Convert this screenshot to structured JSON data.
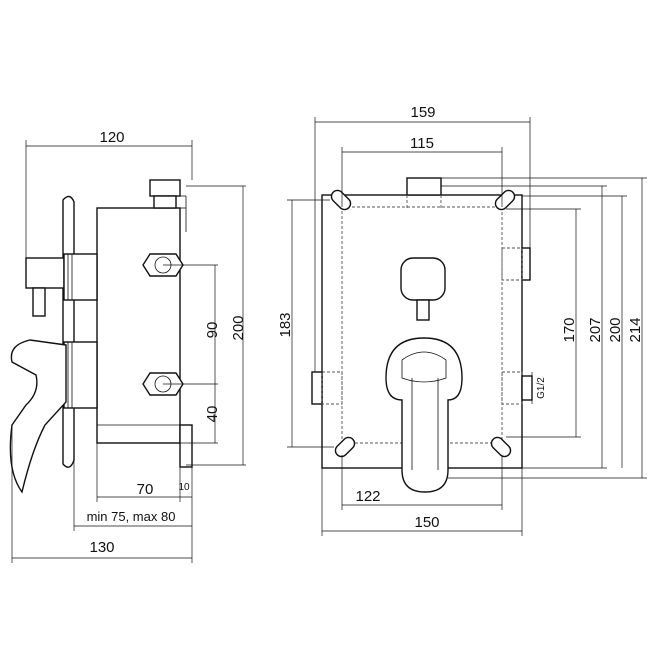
{
  "side_view": {
    "dimensions": {
      "top_width": "120",
      "spacing": "90",
      "height": "200",
      "lower_offset": "40",
      "depth": "70",
      "bottom_step": "10",
      "install_range": "min 75, max 80",
      "total_width": "130"
    }
  },
  "front_view": {
    "dimensions": {
      "outer_width": "159",
      "inner_width": "115",
      "left_height": "183",
      "height_170": "170",
      "height_207": "207",
      "height_200": "200",
      "height_214": "214",
      "bottom_inner_width": "122",
      "bottom_width": "150",
      "thread": "G1/2"
    }
  }
}
